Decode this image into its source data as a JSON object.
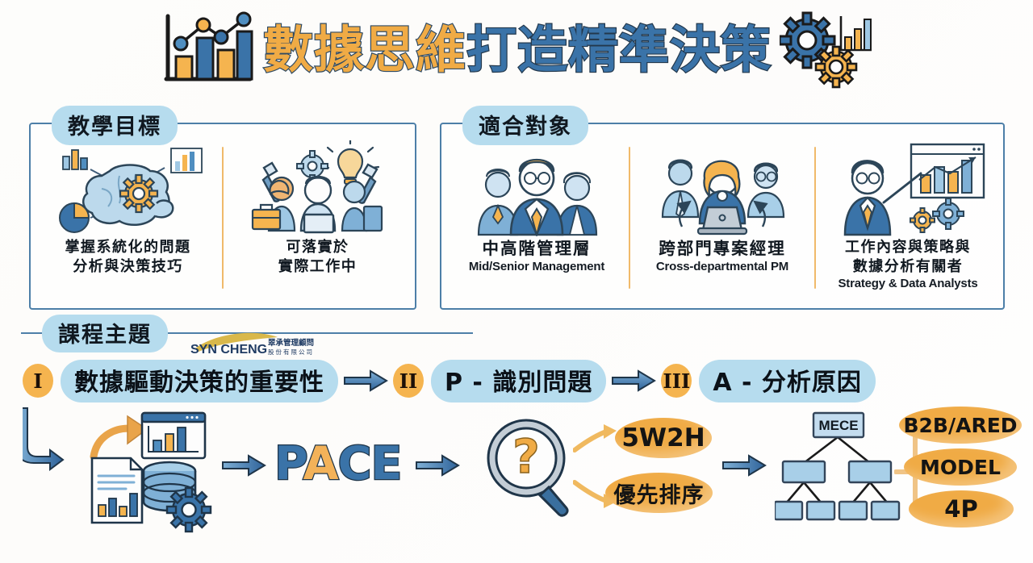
{
  "title": {
    "part_orange": "數據思維",
    "part_blue": "打造精準決策",
    "left_icon": "bar-line-chart-icon",
    "right_icon": "gears-chart-icon"
  },
  "panels": {
    "goals": {
      "badge": "教學目標",
      "items": [
        {
          "icon": "brain-gear-analytics-icon",
          "label_cn_line1": "掌握系統化的問題",
          "label_cn_line2": "分析與決策技巧",
          "label_en": ""
        },
        {
          "icon": "team-tools-idea-icon",
          "label_cn_line1": "可落實於",
          "label_cn_line2": "實際工作中",
          "label_en": ""
        }
      ]
    },
    "target": {
      "badge": "適合對象",
      "items": [
        {
          "icon": "executives-group-icon",
          "label_cn_line1": "中高階管理層",
          "label_cn_line2": "",
          "label_en": "Mid/Senior Management"
        },
        {
          "icon": "laptop-pm-collaboration-icon",
          "label_cn_line1": "跨部門專案經理",
          "label_cn_line2": "",
          "label_en": "Cross-departmental PM"
        },
        {
          "icon": "presenter-chart-gears-icon",
          "label_cn_line1": "工作內容與策略與",
          "label_cn_line2": "數據分析有關者",
          "label_en": "Strategy & Data Analysts"
        }
      ]
    }
  },
  "section": {
    "badge": "課程主題",
    "logo": {
      "latin": "SYN CHENG",
      "cn_line1": "翠承管理顧問",
      "cn_line2": "股份有限公司"
    }
  },
  "topics": [
    {
      "numeral": "I",
      "label": "數據驅動決策的重要性"
    },
    {
      "numeral": "II",
      "label": "P - 識別問題"
    },
    {
      "numeral": "III",
      "label": "A - 分析原因"
    }
  ],
  "flow": {
    "step1": {
      "icons": [
        "document-chart-icon",
        "database-gear-icon",
        "browser-chart-icon",
        "curved-arrow-icon"
      ],
      "result": "PACE",
      "result_letters": [
        {
          "char": "P",
          "color": "blue"
        },
        {
          "char": "A",
          "color": "orange"
        },
        {
          "char": "C",
          "color": "blue"
        },
        {
          "char": "E",
          "color": "blue"
        }
      ]
    },
    "step2": {
      "icon": "magnifier-question-icon",
      "outputs": [
        "5W2H",
        "優先排序"
      ]
    },
    "step3": {
      "tree_root": "MECE",
      "outputs": [
        "B2B/ARED",
        "MODEL",
        "4P"
      ]
    }
  },
  "colors": {
    "brand_blue": "#3a73a8",
    "brand_orange": "#f0ab45",
    "pill_blue": "#b6dcee",
    "panel_border": "#4d7fa8",
    "divider_orange": "#f0ba6a",
    "ink": "#101820"
  }
}
